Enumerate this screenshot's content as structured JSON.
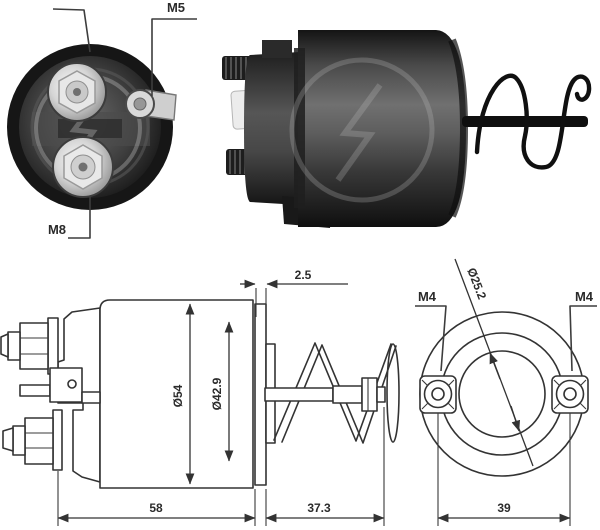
{
  "figure": {
    "type": "technical-part-diagram",
    "subject": "starter solenoid switch"
  },
  "end_view": {
    "label_m5": "M5",
    "label_m8": "M8"
  },
  "side_view": {
    "dim_body_diameter": "Ø54",
    "dim_flange_diameter": "Ø42.9",
    "dim_flange_thickness": "2.5",
    "dim_body_length": "58",
    "dim_plunger_length": "37.3"
  },
  "front_view": {
    "label_m4_left": "M4",
    "label_m4_right": "M4",
    "dim_bore_diameter": "Ø25.2",
    "dim_hole_spacing": "39"
  },
  "colors": {
    "background": "#ffffff",
    "drawing_line": "#333333",
    "label_text": "#2b2b2b",
    "photo_dark": "#1a1a1a",
    "photo_metal_light": "#d9d9d9"
  }
}
